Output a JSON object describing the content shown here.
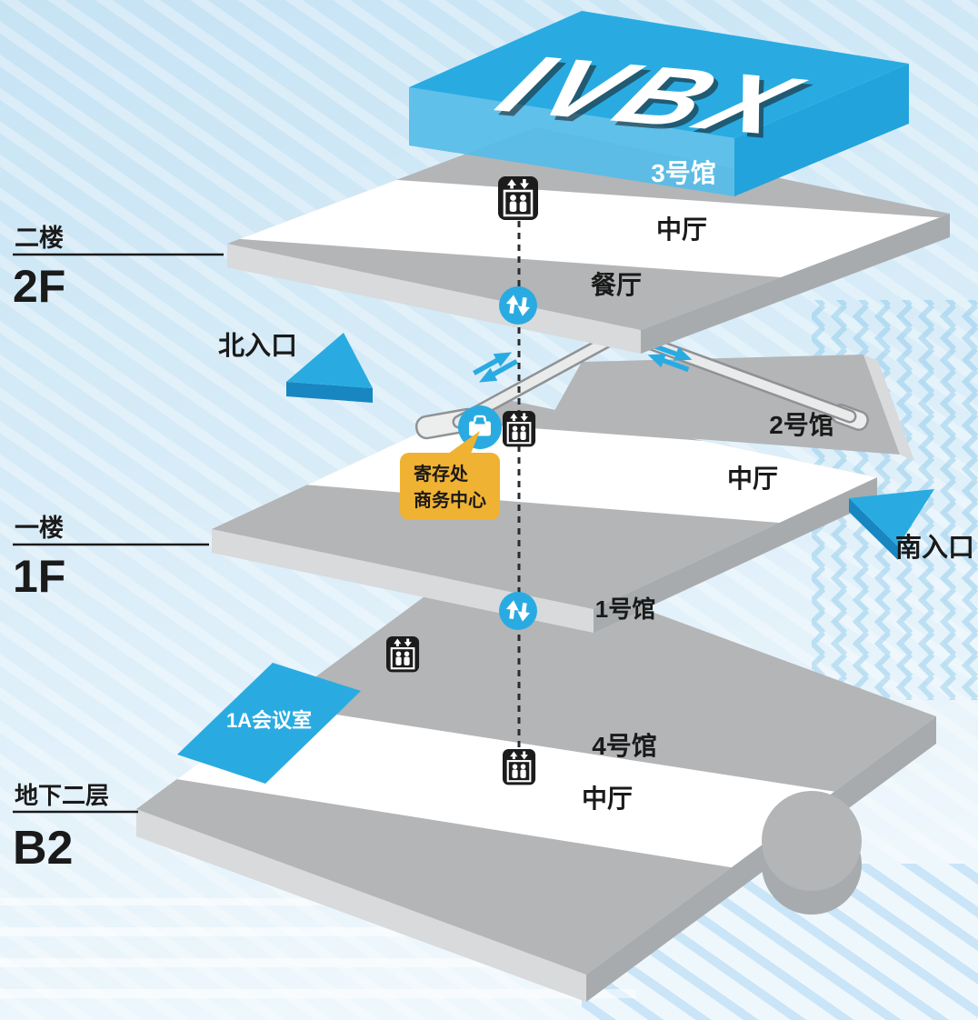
{
  "map": {
    "logo": "IVBX",
    "floor2": {
      "name_zh": "二楼",
      "code": "2F",
      "hall3": "3号馆",
      "central_hall": "中厅",
      "restaurant": "餐厅"
    },
    "floor1": {
      "name_zh": "一楼",
      "code": "1F",
      "hall2": "2号馆",
      "central_hall": "中厅",
      "hall1": "1号馆"
    },
    "floorB2": {
      "name_zh": "地下二层",
      "code": "B2",
      "hall4": "4号馆",
      "central_hall": "中厅",
      "meeting_room": "1A会议室"
    },
    "entrances": {
      "north": "北入口",
      "south": "南入口"
    },
    "callout": {
      "line1": "寄存处",
      "line2": "商务中心"
    },
    "colors": {
      "accent": "#29abe2",
      "accent_dark": "#1886c0",
      "callout_yellow": "#f0b232",
      "floor_top_gray": "#b3b5b7",
      "floor_side_light": "#d8dadb",
      "floor_side_dark": "#a8abad",
      "icon_black": "#1c1c1c",
      "background_blue": "#cfe7f6"
    }
  }
}
